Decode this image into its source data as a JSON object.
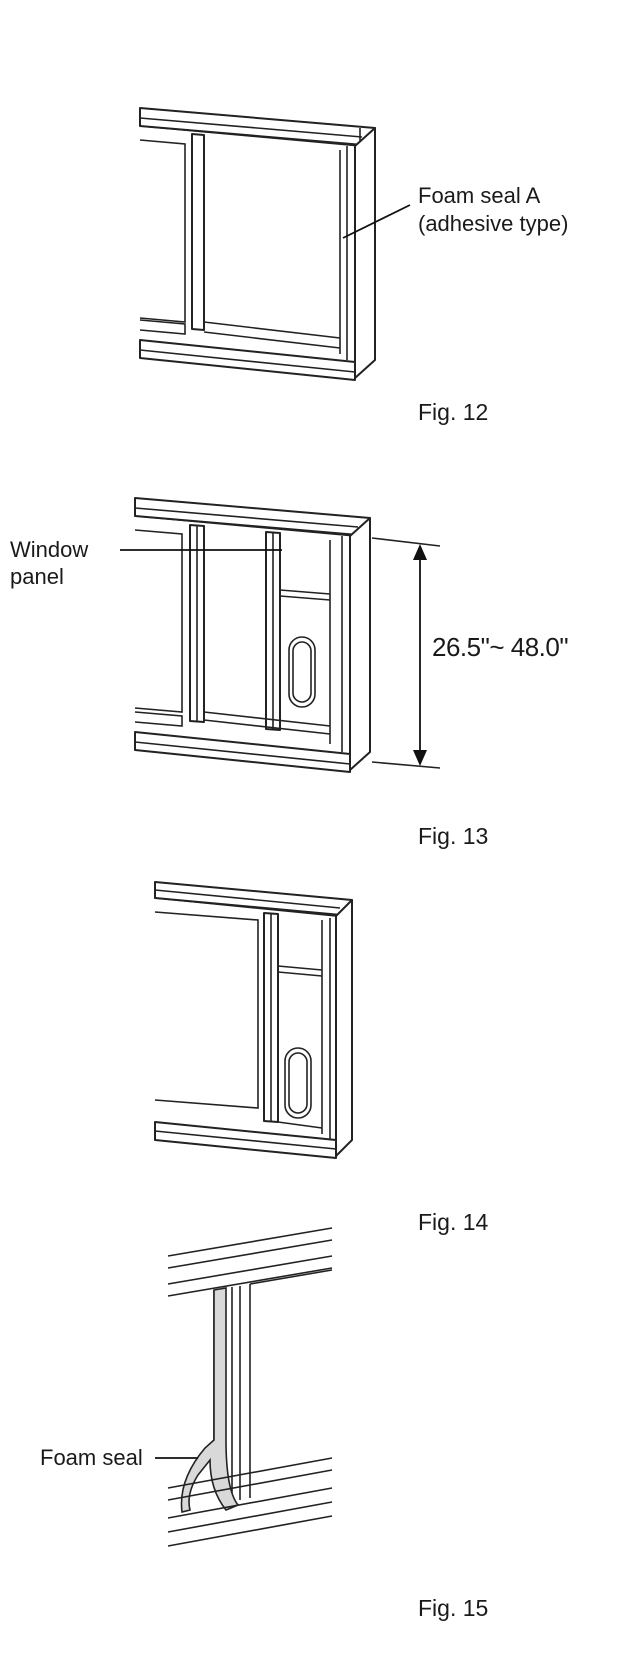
{
  "figures": [
    {
      "id": "fig12",
      "caption": "Fig. 12",
      "labels": [
        "Foam seal A",
        "(adhesive type)"
      ]
    },
    {
      "id": "fig13",
      "caption": "Fig. 13",
      "labels": [
        "Window",
        "panel"
      ],
      "dimension": "26.5\"~ 48.0\""
    },
    {
      "id": "fig14",
      "caption": "Fig. 14",
      "labels": []
    },
    {
      "id": "fig15",
      "caption": "Fig. 15",
      "labels": [
        "Foam seal"
      ]
    }
  ]
}
